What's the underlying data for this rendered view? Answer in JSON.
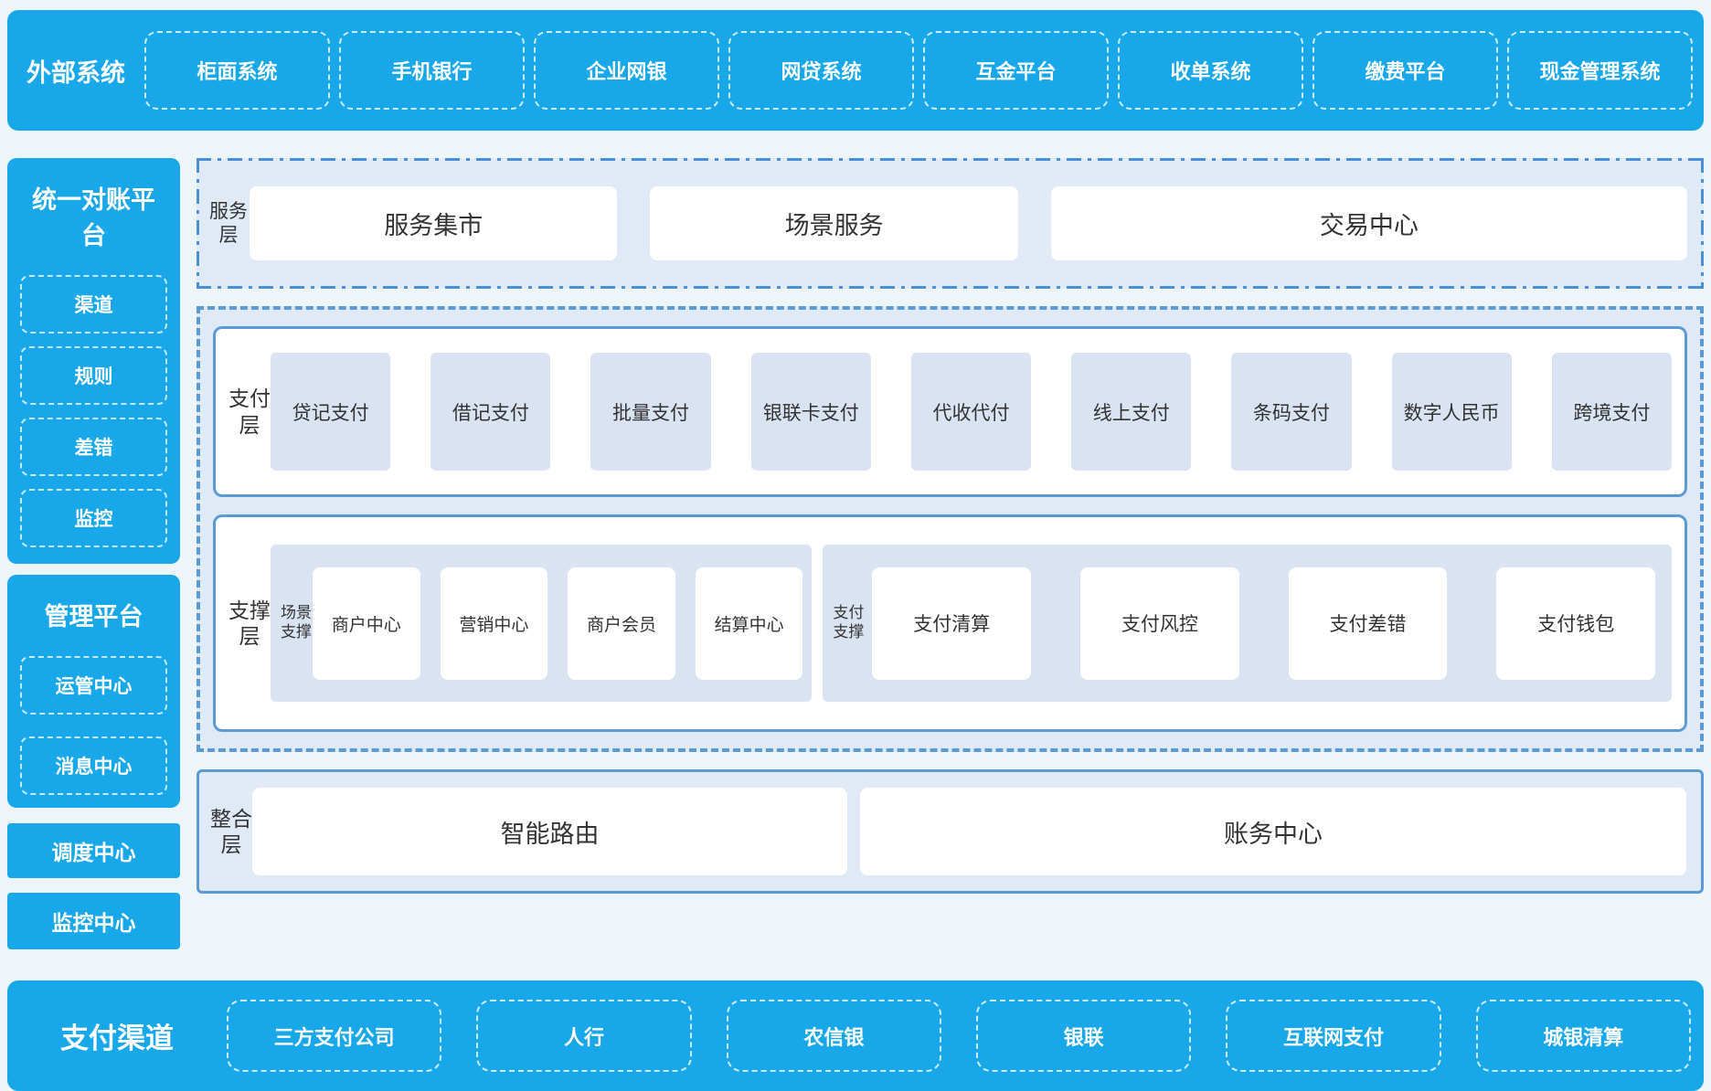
{
  "colors": {
    "brand_blue": "#18a8ea",
    "panel_bg": "#dfeaf6",
    "item_bg": "#d9e3f1",
    "solid_border": "#5b9bd5",
    "dashdot_border": "#4a90d6",
    "text_dark": "#333333",
    "page_bg": "#eef5fa"
  },
  "top_bar": {
    "label": "外部系统",
    "items": [
      "柜面系统",
      "手机银行",
      "企业网银",
      "网贷系统",
      "互金平台",
      "收单系统",
      "缴费平台",
      "现金管理系统"
    ]
  },
  "sidebar": {
    "reconciliation": {
      "title": "统一对账平台",
      "items": [
        "渠道",
        "规则",
        "差错",
        "监控"
      ]
    },
    "management": {
      "title": "管理平台",
      "items": [
        "运管中心",
        "消息中心"
      ]
    },
    "solo_items": [
      "调度中心",
      "监控中心"
    ]
  },
  "service_layer": {
    "label": "服务层",
    "items": [
      "服务集市",
      "场景服务",
      "交易中心"
    ]
  },
  "payment_layer": {
    "label": "支付层",
    "items": [
      "贷记支付",
      "借记支付",
      "批量支付",
      "银联卡支付",
      "代收代付",
      "线上支付",
      "条码支付",
      "数字人民币",
      "跨境支付"
    ]
  },
  "support_layer": {
    "label": "支撑层",
    "groups": [
      {
        "label": "场景支撑",
        "items": [
          "商户中心",
          "营销中心",
          "商户会员",
          "结算中心"
        ]
      },
      {
        "label": "支付支撑",
        "items": [
          "支付清算",
          "支付风控",
          "支付差错",
          "支付钱包"
        ]
      }
    ]
  },
  "integration_layer": {
    "label": "整合层",
    "items": [
      "智能路由",
      "账务中心"
    ]
  },
  "bottom_bar": {
    "label": "支付渠道",
    "items": [
      "三方支付公司",
      "人行",
      "农信银",
      "银联",
      "互联网支付",
      "城银清算"
    ]
  }
}
